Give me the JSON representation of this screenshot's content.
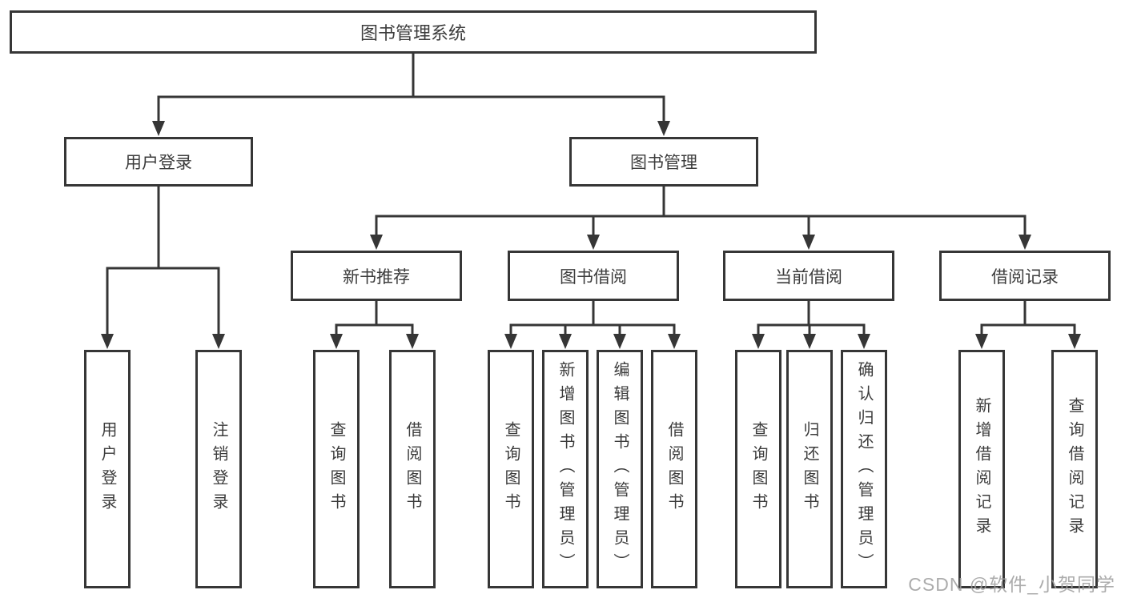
{
  "colors": {
    "line": "#363636",
    "box_border": "#363636",
    "box_background": "#ffffff",
    "text": "#3c3c3c",
    "watermark_text_color": "#9e9e9e"
  },
  "diagram": {
    "type": "tree",
    "nodes": [
      {
        "id": "system",
        "label": "图书管理系统",
        "parent": null,
        "orientation": "horizontal"
      },
      {
        "id": "user-login-branch",
        "label": "用户登录",
        "parent": "system",
        "orientation": "horizontal"
      },
      {
        "id": "book-mgmt-branch",
        "label": "图书管理",
        "parent": "system",
        "orientation": "horizontal"
      },
      {
        "id": "new-book-rec",
        "label": "新书推荐",
        "parent": "book-mgmt-branch",
        "orientation": "horizontal"
      },
      {
        "id": "book-borrow",
        "label": "图书借阅",
        "parent": "book-mgmt-branch",
        "orientation": "horizontal"
      },
      {
        "id": "current-borrow",
        "label": "当前借阅",
        "parent": "book-mgmt-branch",
        "orientation": "horizontal"
      },
      {
        "id": "borrow-records",
        "label": "借阅记录",
        "parent": "book-mgmt-branch",
        "orientation": "horizontal"
      },
      {
        "id": "leaf-user-login",
        "label": "用户登录",
        "parent": "user-login-branch",
        "orientation": "vertical"
      },
      {
        "id": "leaf-logout",
        "label": "注销登录",
        "parent": "user-login-branch",
        "orientation": "vertical"
      },
      {
        "id": "leaf-query-books-1",
        "label": "查询图书",
        "parent": "new-book-rec",
        "orientation": "vertical"
      },
      {
        "id": "leaf-borrow-books-1",
        "label": "借阅图书",
        "parent": "new-book-rec",
        "orientation": "vertical"
      },
      {
        "id": "leaf-query-books-2",
        "label": "查询图书",
        "parent": "book-borrow",
        "orientation": "vertical"
      },
      {
        "id": "leaf-add-books",
        "label": "新增图书（管理员）",
        "parent": "book-borrow",
        "orientation": "vertical"
      },
      {
        "id": "leaf-edit-books",
        "label": "编辑图书（管理员）",
        "parent": "book-borrow",
        "orientation": "vertical"
      },
      {
        "id": "leaf-borrow-books-2",
        "label": "借阅图书",
        "parent": "book-borrow",
        "orientation": "vertical"
      },
      {
        "id": "leaf-query-books-3",
        "label": "查询图书",
        "parent": "current-borrow",
        "orientation": "vertical"
      },
      {
        "id": "leaf-return-books",
        "label": "归还图书",
        "parent": "current-borrow",
        "orientation": "vertical"
      },
      {
        "id": "leaf-confirm-return",
        "label": "确认归还（管理员）",
        "parent": "current-borrow",
        "orientation": "vertical"
      },
      {
        "id": "leaf-add-borrow-record",
        "label": "新增借阅记录",
        "parent": "borrow-records",
        "orientation": "vertical"
      },
      {
        "id": "leaf-query-borrow-record",
        "label": "查询借阅记录",
        "parent": "borrow-records",
        "orientation": "vertical"
      }
    ]
  },
  "watermark": {
    "text": "CSDN @软件_小贺同学"
  }
}
